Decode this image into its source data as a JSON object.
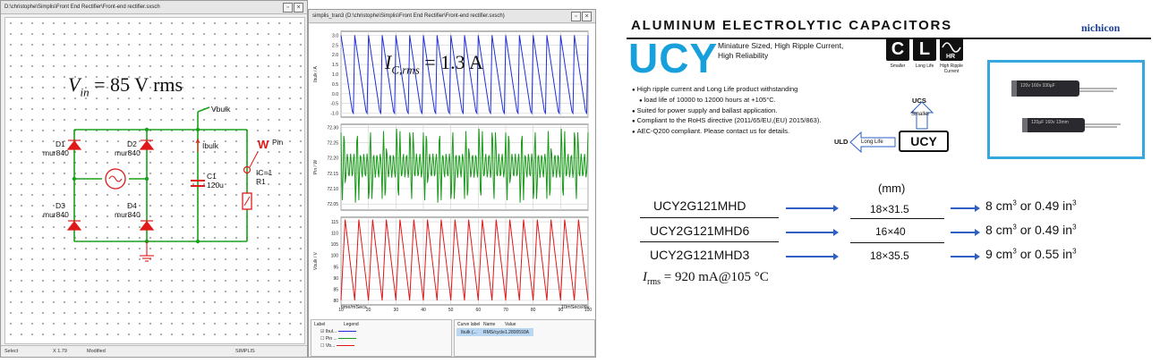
{
  "schematic_window": {
    "title": "D:\\christophe\\Simplis\\Front End Rectifier\\Front-end rectifier.sxsch",
    "vin_symbol": "V",
    "vin_subscript": "in",
    "vin_value": "= 85 V rms",
    "components": {
      "d1_name": "D1",
      "d1_model": "mur840",
      "d2_name": "D2",
      "d2_model": "mur840",
      "d3_name": "D3",
      "d3_model": "mur840",
      "d4_name": "D4",
      "d4_model": "mur840",
      "c1_name": "C1",
      "c1_value": "120u",
      "r1_name": "R1",
      "r1_ic": "IC=1",
      "vbulk_label": "Vbulk",
      "ibulk_label": "Ibulk",
      "pin_label": "Pin",
      "w_label": "W"
    },
    "status": {
      "mode": "Select",
      "coord": "X 1.79",
      "state": "Modified",
      "app": "SIMPLIS"
    }
  },
  "waveform_window": {
    "title": "simplis_tran3 (D:\\christophe\\Simplis\\Front End Rectifier\\Front-end rectifier.sxsch)",
    "annotation_main": "I",
    "annotation_sub": "C,rms",
    "annotation_value": "= 1.3 A",
    "xlabel": "time/mSecs",
    "xscale": "10mSecs/div",
    "legend_header_label": "Label",
    "legend_header_legend": "Legend",
    "legend_items": [
      "Ibul...",
      "Pin ...",
      "Vb..."
    ],
    "info_headers": [
      "Curve label",
      "Name",
      "Value"
    ],
    "info_row": [
      "Ibulk (...",
      "RMS/cycle",
      "1.2800593A"
    ]
  },
  "chart_data": [
    {
      "type": "line",
      "title": "",
      "ylabel": "Ibulk / A",
      "xlabel": "",
      "ylim": [
        -1.2,
        3.2
      ],
      "yticks": [
        -1.0,
        -0.5,
        0.0,
        0.5,
        1.0,
        1.5,
        2.0,
        2.5,
        3.0
      ],
      "xlim": [
        10,
        100
      ],
      "series": [
        {
          "pattern": "sawtooth",
          "period_ms": 5,
          "max": 3.0,
          "min": -1.0
        }
      ]
    },
    {
      "type": "line",
      "title": "",
      "ylabel": "Pin / W",
      "xlabel": "",
      "ylim": [
        72.03,
        72.31
      ],
      "yticks": [
        72.05,
        72.1,
        72.15,
        72.2,
        72.25,
        72.3
      ],
      "xlim": [
        10,
        100
      ],
      "series": [
        {
          "pattern": "oscillating",
          "period_ms": 5,
          "max": 72.3,
          "min": 72.05
        }
      ]
    },
    {
      "type": "line",
      "title": "",
      "ylabel": "Vbulk / V",
      "xlabel": "time/mSecs",
      "ylim": [
        78,
        117
      ],
      "yticks": [
        80,
        85,
        90,
        95,
        100,
        105,
        110,
        115
      ],
      "xticks": [
        10,
        20,
        30,
        40,
        50,
        60,
        70,
        80,
        90,
        100
      ],
      "xlim": [
        10,
        100
      ],
      "series": [
        {
          "pattern": "sawtooth-rising",
          "period_ms": 5,
          "max": 116,
          "min": 80
        }
      ]
    }
  ],
  "datasheet": {
    "title": "ALUMINUM ELECTROLYTIC CAPACITORS",
    "brand": "nichicon",
    "series": "UCY",
    "desc_line1": "Miniature Sized, High Ripple Current,",
    "desc_line2": "High Reliability",
    "bullets": [
      "High ripple current and Long Life product withstanding",
      "load life of 10000 to 12000 hours at +105°C.",
      "Suited for power supply and ballast application.",
      "Compliant to the RoHS directive (2011/65/EU,(EU) 2015/863).",
      "AEC-Q200 compliant. Please contact us for details."
    ],
    "icons": [
      {
        "letter": "C",
        "caption": "Smaller"
      },
      {
        "letter": "L",
        "caption": "Long Life"
      },
      {
        "letter": "HR",
        "caption": "High Ripple Current"
      }
    ],
    "lineage": {
      "top": "UCS",
      "top_arrow": "Smaller",
      "left": "ULD",
      "left_arrow": "Long Life",
      "center": "UCY"
    },
    "photo_labels": [
      "120v 160v 330µF",
      "120µF 160v 13mm"
    ],
    "table": {
      "unit": "(mm)",
      "rows": [
        {
          "part": "UCY2G121MHD",
          "size": "18×31.5",
          "vol_cm": "8 cm",
          "vol_in": "or 0.49 in"
        },
        {
          "part": "UCY2G121MHD6",
          "size": "16×40",
          "vol_cm": "8 cm",
          "vol_in": "or 0.49 in"
        },
        {
          "part": "UCY2G121MHD3",
          "size": "18×35.5",
          "vol_cm": "9 cm",
          "vol_in": "or 0.55 in"
        }
      ],
      "exp": "3",
      "irms_symbol": "I",
      "irms_sub": "rms",
      "irms_value": "= 920 mA@105 °C"
    }
  }
}
